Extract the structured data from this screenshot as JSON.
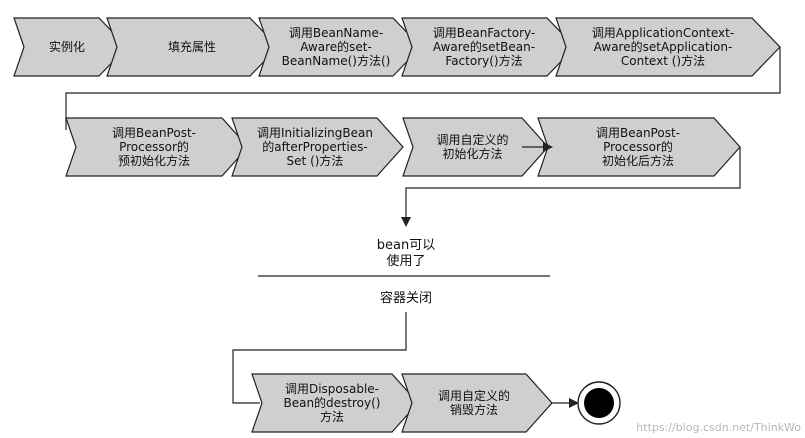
{
  "diagram": {
    "row1": [
      "实例化",
      "填充属性",
      "调用BeanName-\nAware的set-\nBeanName()方法()",
      "调用BeanFactory-\nAware的setBean-\nFactory()方法",
      "调用ApplicationContext-\nAware的setApplication-\nContext ()方法"
    ],
    "row2": [
      "调用BeanPost-\nProcessor的\n预初始化方法",
      "调用InitializingBean\n的afterProperties-\nSet ()方法",
      "调用自定义的\n初始化方法",
      "调用BeanPost-\nProcessor的\n初始化后方法"
    ],
    "ready_text": "bean可以\n使用了",
    "close_text": "容器关闭",
    "row3": [
      "调用Disposable-\nBean的destroy()\n方法",
      "调用自定义的\n销毁方法"
    ],
    "end_node": "end-state",
    "colors": {
      "fill": "#cfcfcf",
      "stroke": "#222222",
      "end": "#000000"
    }
  },
  "watermark": "https://blog.csdn.net/ThinkWo"
}
